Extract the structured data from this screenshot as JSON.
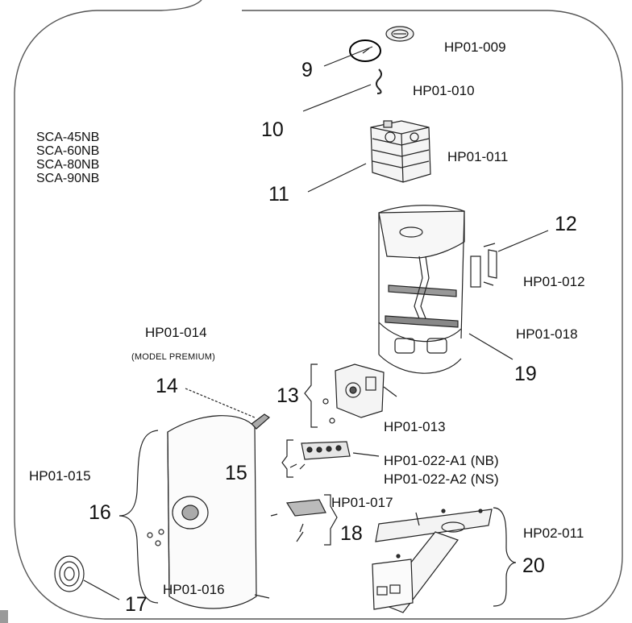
{
  "models": [
    "SCA-45NB",
    "SCA-60NB",
    "SCA-80NB",
    "SCA-90NB"
  ],
  "part_codes": {
    "p9": "HP01-009",
    "p10": "HP01-010",
    "p11": "HP01-011",
    "p12": "HP01-012",
    "p18": "HP01-018",
    "p14": "HP01-014",
    "p14_note": "(MODEL PREMIUM)",
    "p13": "HP01-013",
    "p22a": "HP01-022-A1 (NB)",
    "p22b": "HP01-022-A2 (NS)",
    "p15": "HP01-015",
    "p17": "HP01-017",
    "p20": "HP02-011",
    "p16": "HP01-016"
  },
  "callouts": {
    "n9": "9",
    "n10": "10",
    "n11": "11",
    "n12": "12",
    "n13": "13",
    "n14": "14",
    "n15": "15",
    "n16": "16",
    "n17": "17",
    "n18": "18",
    "n19": "19",
    "n20": "20"
  }
}
